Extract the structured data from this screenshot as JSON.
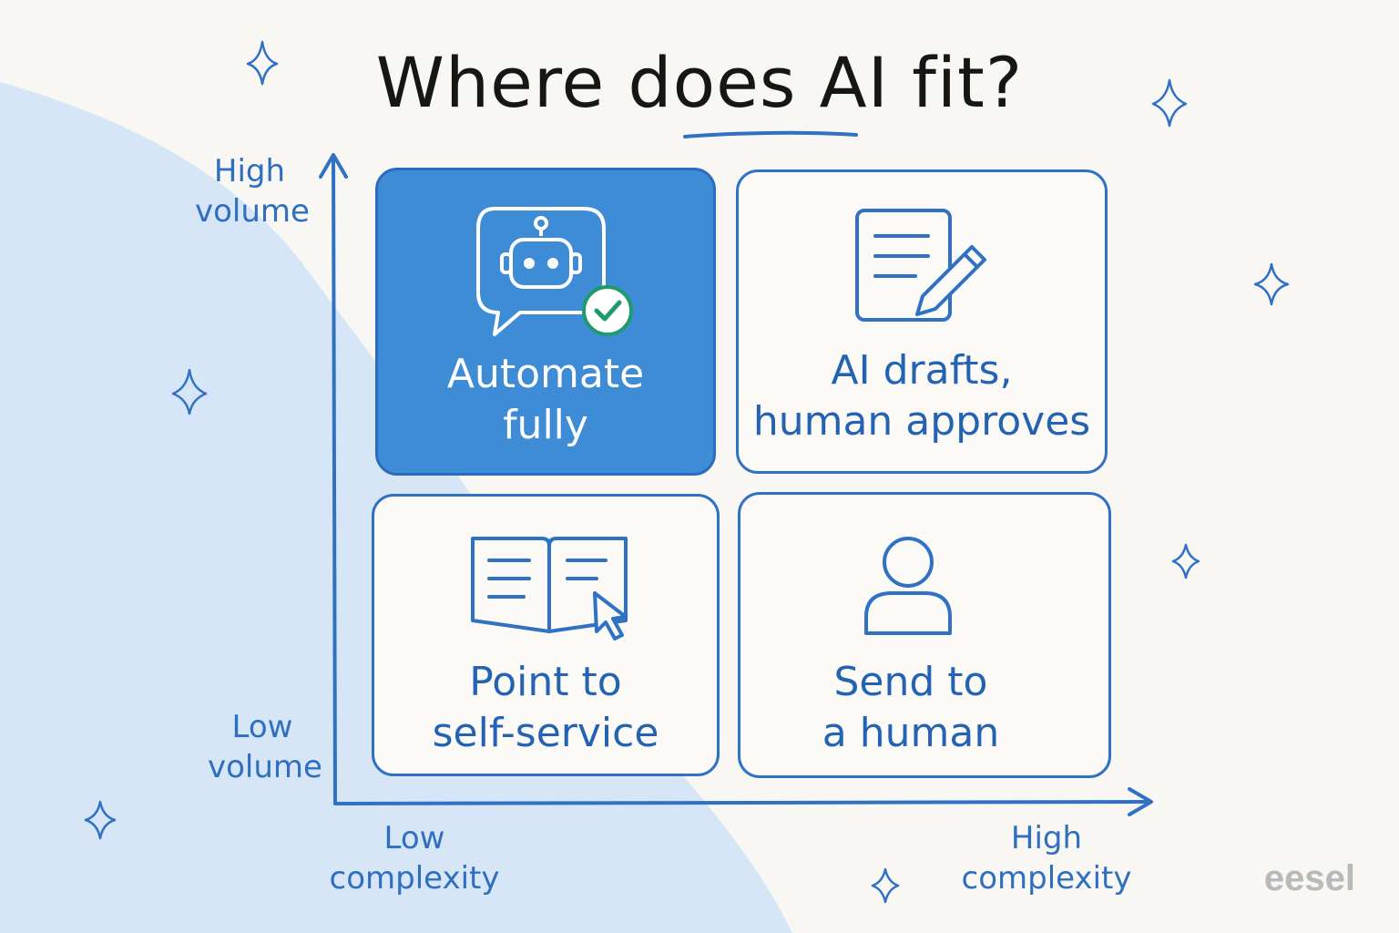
{
  "title": "Where does AI fit?",
  "axes": {
    "y_high": "High\nvolume",
    "y_low": "Low\nvolume",
    "x_low": "Low\ncomplexity",
    "x_high": "High\ncomplexity"
  },
  "quadrants": {
    "top_left": {
      "label": "Automate\nfully",
      "icon": "robot-chat-check-icon"
    },
    "top_right": {
      "label": "AI drafts,\nhuman approves",
      "icon": "document-pencil-icon"
    },
    "bottom_left": {
      "label": "Point to\nself-service",
      "icon": "open-book-cursor-icon"
    },
    "bottom_right": {
      "label": "Send to\na human",
      "icon": "person-icon"
    }
  },
  "brand": "eesel",
  "colors": {
    "accent": "#2f72c4",
    "filled_quadrant": "#3f8cd6",
    "background": "#f8f7f3",
    "swoosh": "#d7e6f6",
    "check_badge": "#1f9a6a"
  }
}
